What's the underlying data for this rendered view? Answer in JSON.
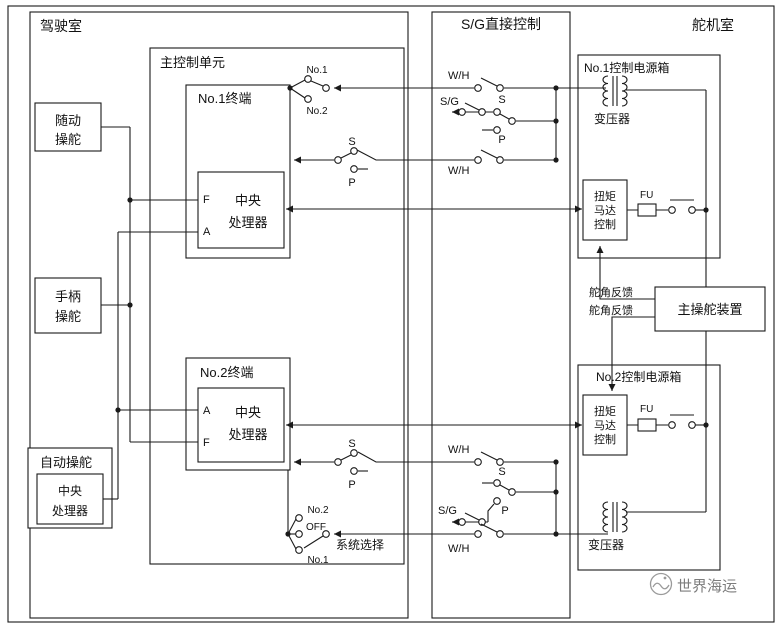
{
  "regions": {
    "bridge": "驾驶室",
    "sg_direct_control": "S/G直接控制",
    "steering_gear_room": "舵机室"
  },
  "boxes": {
    "main_control_unit": "主控制单元",
    "terminal1": "No.1终端",
    "terminal2": "No.2终端",
    "auto_steering": "自动操舵",
    "power_box1": "No.1控制电源箱",
    "power_box2": "No.2控制电源箱",
    "main_steering_device": "主操舵装置"
  },
  "cpu": {
    "line1": "中央",
    "line2": "处理器"
  },
  "follow_steering": {
    "line1": "随动",
    "line2": "操舵"
  },
  "handle_steering": {
    "line1": "手柄",
    "line2": "操舵"
  },
  "torque_motor_control": {
    "line1": "扭矩",
    "line2": "马达",
    "line3": "控制"
  },
  "labels": {
    "wh": "W/H",
    "sg": "S/G",
    "s": "S",
    "p": "P",
    "f": "F",
    "a": "A",
    "fu": "FU",
    "no1": "No.1",
    "no2": "No.2",
    "off": "OFF",
    "transformer": "变压器",
    "rudder_feedback": "舵角反馈",
    "system_select": "系统选择"
  },
  "watermark": "世界海运",
  "colors": {
    "line": "#1a1a1a",
    "watermark_gray": "#7d7d7d",
    "background": "#ffffff"
  }
}
